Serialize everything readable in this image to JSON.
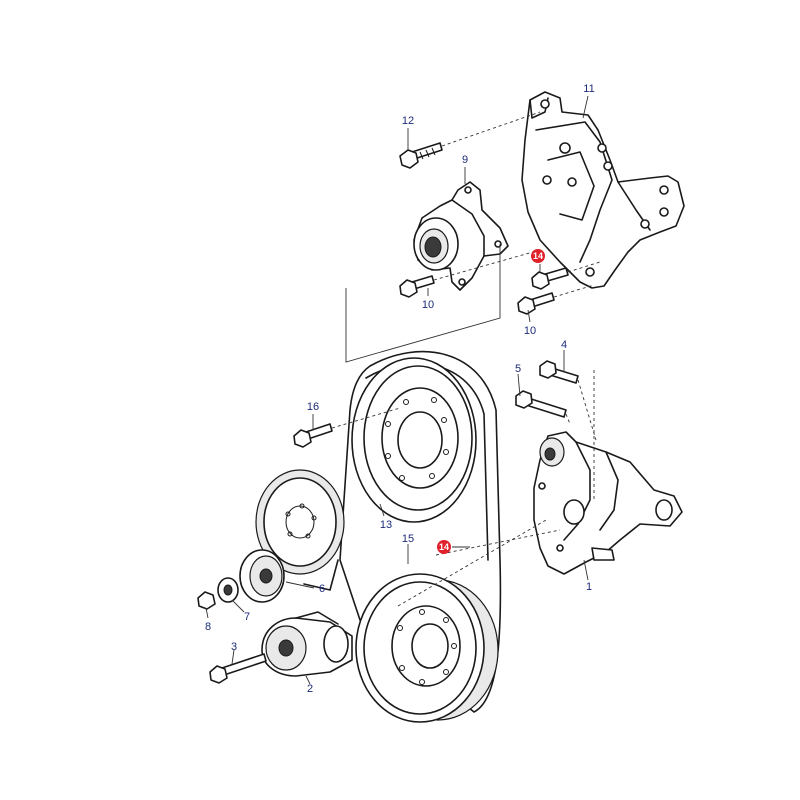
{
  "callouts": [
    {
      "id": "c12",
      "text": "12"
    },
    {
      "id": "c11",
      "text": "11"
    },
    {
      "id": "c9",
      "text": "9"
    },
    {
      "id": "c14a",
      "text": "14",
      "highlight": true
    },
    {
      "id": "c10a",
      "text": "10"
    },
    {
      "id": "c10b",
      "text": "10"
    },
    {
      "id": "c4",
      "text": "4"
    },
    {
      "id": "c5",
      "text": "5"
    },
    {
      "id": "c16",
      "text": "16"
    },
    {
      "id": "c13",
      "text": "13"
    },
    {
      "id": "c15",
      "text": "15"
    },
    {
      "id": "c14b",
      "text": "14",
      "highlight": true
    },
    {
      "id": "c1",
      "text": "1"
    },
    {
      "id": "c6",
      "text": "6"
    },
    {
      "id": "c7",
      "text": "7"
    },
    {
      "id": "c8",
      "text": "8"
    },
    {
      "id": "c3",
      "text": "3"
    },
    {
      "id": "c2",
      "text": "2"
    }
  ],
  "colors": {
    "label": "#1c2a78",
    "highlight": "#e0202a",
    "line": "#1a1a1a"
  }
}
